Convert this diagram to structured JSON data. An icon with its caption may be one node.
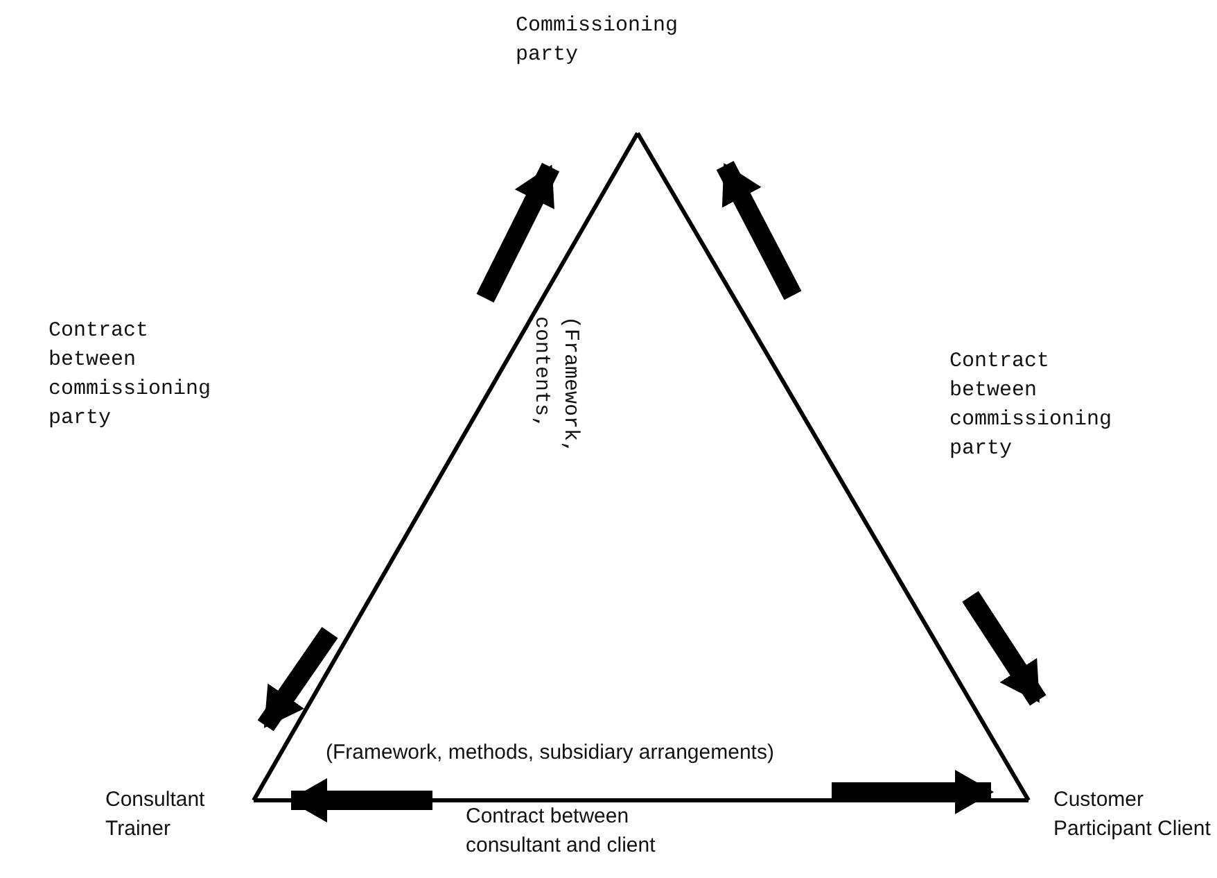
{
  "diagram": {
    "nodes": [
      {
        "text": [
          "Commissioning party"
        ]
      },
      {
        "text": [
          "Consultant Trainer"
        ]
      },
      {
        "text": [
          "Customer Participant Client"
        ]
      }
    ],
    "edges": [
      {
        "from": 0,
        "to": 1,
        "arrow": "none"
      },
      {
        "from": 0,
        "to": 2,
        "arrow": "none"
      },
      {
        "from": 1,
        "to": 2,
        "arrow": "none"
      },
      {
        "from": null,
        "to": 0,
        "arrow": "to"
      },
      {
        "from": null,
        "to": 0,
        "arrow": "to"
      },
      {
        "from": null,
        "to": 1,
        "arrow": "to"
      },
      {
        "from": null,
        "to": 2,
        "arrow": "to"
      },
      {
        "from": null,
        "to": 1,
        "arrow": "to"
      },
      {
        "from": null,
        "to": 2,
        "arrow": "to"
      }
    ],
    "labels": [
      "Contract between commissioning party",
      "(Framework, contents,",
      "Contract between commissioning party",
      "(Framework, methods, subsidiary arrangements)",
      "Contract between consultant and client"
    ]
  }
}
